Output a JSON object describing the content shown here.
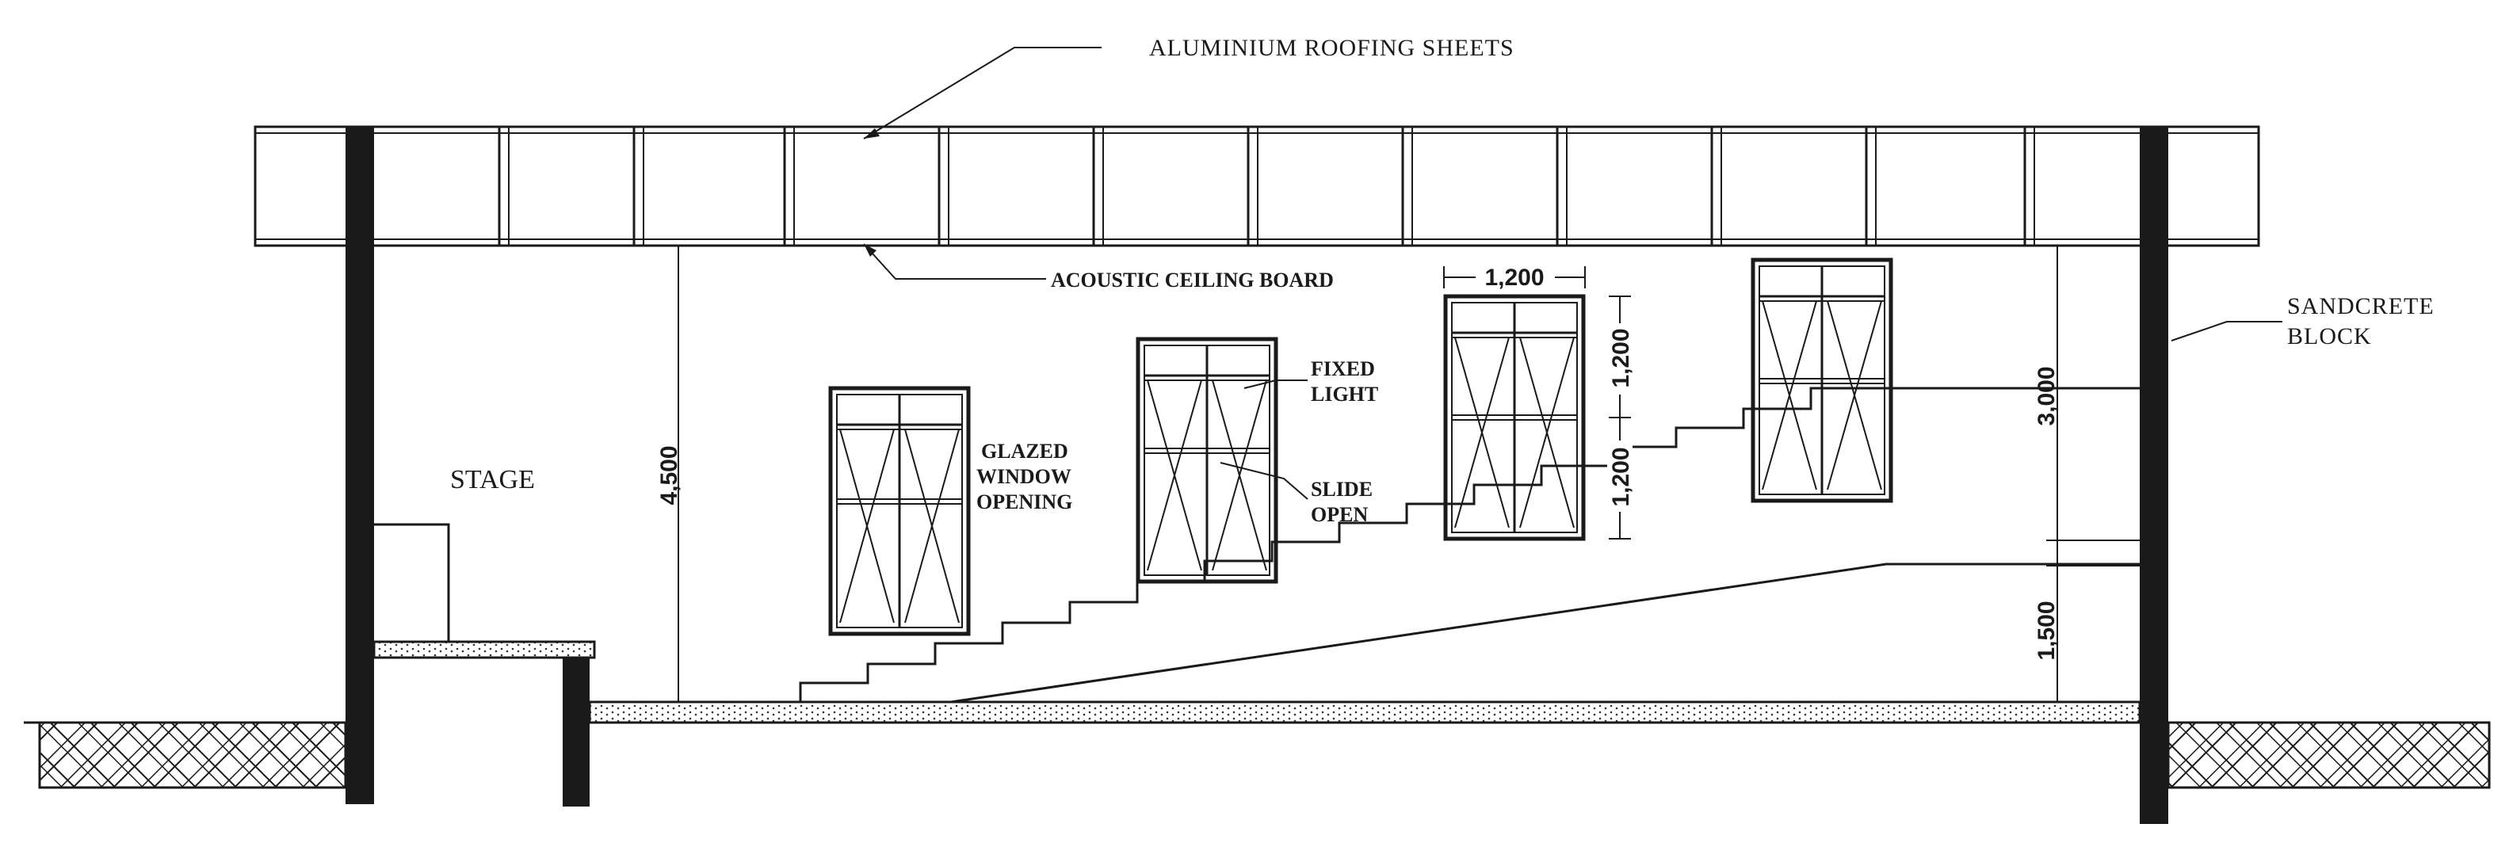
{
  "labels": {
    "roofing": "ALUMINIUM ROOFING SHEETS",
    "ceiling": "ACOUSTIC CEILING BOARD",
    "sandcrete_line1": "SANDCRETE",
    "sandcrete_line2": "BLOCK",
    "stage": "STAGE",
    "glazed_line1": "GLAZED",
    "glazed_line2": "WINDOW",
    "glazed_line3": "OPENING",
    "fixed_line1": "FIXED",
    "fixed_line2": "LIGHT",
    "slide_line1": "SLIDE",
    "slide_line2": "OPEN"
  },
  "dimensions": {
    "height_total": "4,500",
    "window_width": "1,200",
    "window_upper": "1,200",
    "window_lower": "1,200",
    "right_upper": "3,000",
    "right_lower": "1,500"
  }
}
